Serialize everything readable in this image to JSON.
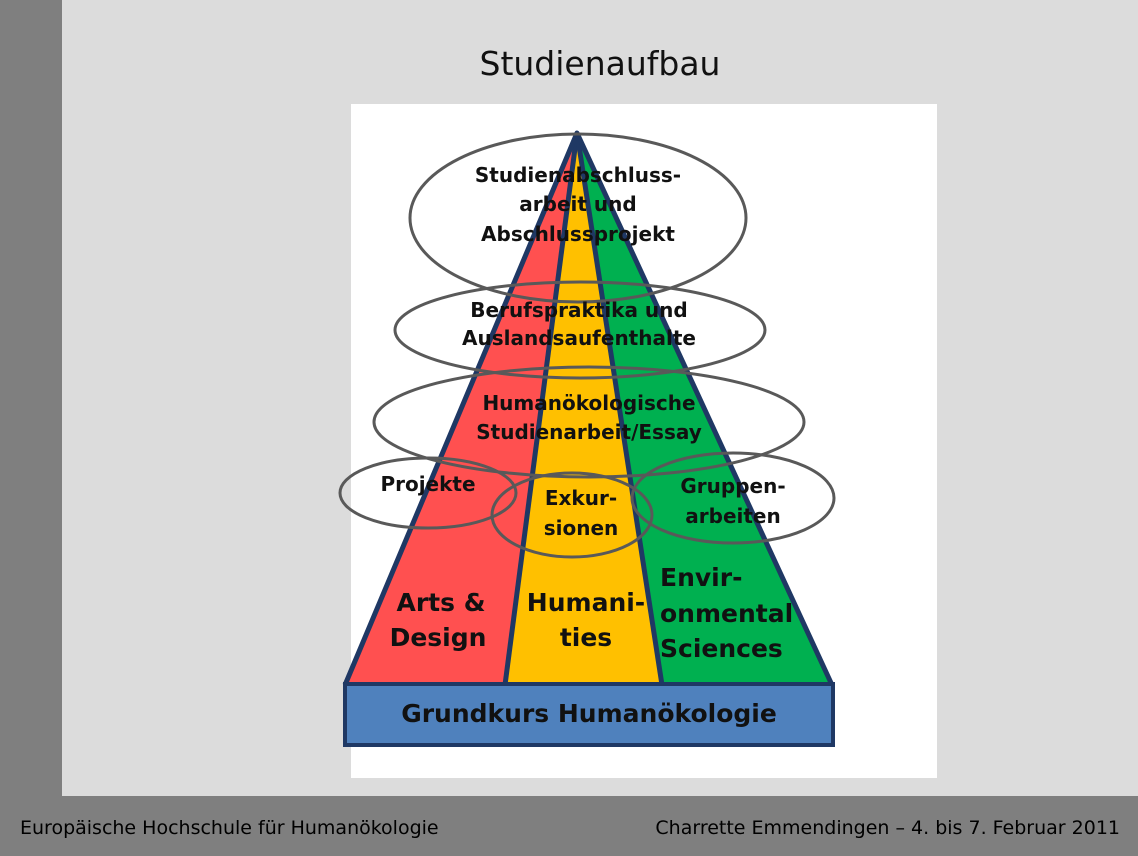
{
  "slide": {
    "title": "Studienaufbau"
  },
  "diagram": {
    "base_label": "Grundkurs Humanökologie",
    "columns": [
      {
        "lines": [
          "Arts &",
          "Design"
        ],
        "color": "#ff5050"
      },
      {
        "lines": [
          "Humani-",
          "ties"
        ],
        "color": "#ffc000"
      },
      {
        "lines": [
          "Envir-",
          "onmental",
          "Sciences"
        ],
        "color": "#00b050"
      }
    ],
    "ellipses": [
      {
        "lines": [
          "Studienabschluss-",
          "arbeit und",
          "Abschlussprojekt"
        ]
      },
      {
        "lines": [
          "Berufspraktika und",
          "Auslandsaufenthalte"
        ]
      },
      {
        "lines": [
          "Humanökologische",
          "Studienarbeit/Essay"
        ]
      },
      {
        "lines": [
          "Projekte"
        ]
      },
      {
        "lines": [
          "Exkur-",
          "sionen"
        ]
      },
      {
        "lines": [
          "Gruppen-",
          "arbeiten"
        ]
      }
    ],
    "base_color": "#4f81bd",
    "outline_color": "#1f3864"
  },
  "footer": {
    "left": "Europäische Hochschule für Humanökologie",
    "right": "Charrette Emmendingen – 4. bis 7. Februar 2011"
  }
}
